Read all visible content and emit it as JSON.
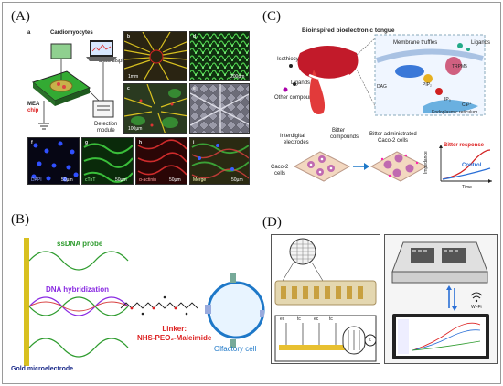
{
  "panels": {
    "a": {
      "label": "(A)",
      "sublabel": "a",
      "cardio": "Cardiomyocytes",
      "mea": "MEA",
      "chip": "chip",
      "display": "Data display",
      "detection1": "Detection",
      "detection2": "module",
      "tiles": {
        "b": "b",
        "c": "c",
        "d": "d",
        "e": "e",
        "f": "f",
        "g": "g",
        "h": "h",
        "i": "i",
        "b_sb": "1mm",
        "c_sb": "100µm",
        "d_sb": "200µm",
        "f_sb": "50µm",
        "g_sb": "50µm",
        "h_sb": "50µm",
        "i_sb": "50µm",
        "f_lbl": "DAPI",
        "g_lbl": "cTnT",
        "h_lbl": "α-actinin",
        "i_lbl": "Merge"
      }
    },
    "b": {
      "label": "(B)",
      "probe": "ssDNA probe",
      "hybrid": "DNA hybridization",
      "linker1": "Linker:",
      "linker2": "NHS-PEO₂-Maleimide",
      "olfactory": "Olfactory cell",
      "gold": "Gold microelectrode"
    },
    "c": {
      "label": "(C)",
      "title": "Bioinspired bioelectronic tongue",
      "membrane": "Membrane truffles",
      "ligands_top": "Ligands",
      "isothio": "Isothiocyanate",
      "ligands": "Ligands",
      "other": "Other compounds",
      "er": "Endoplasmic reticulum",
      "dag": "DAG",
      "pip2": "PIP₂",
      "ip3": "IP₃",
      "ca": "Ca²⁺",
      "trpm": "TRPM5",
      "interdig1": "Interdigital",
      "interdig2": "electrodes",
      "bitter1": "Bitter",
      "bitter2": "compounds",
      "admin1": "Bitter administrated",
      "admin2": "Caco-2 cells",
      "caco1": "Caco-2",
      "caco2": "cells",
      "response": "Bitter response",
      "control": "Control",
      "impedance": "Impedance",
      "time": "Time"
    },
    "d": {
      "label": "(D)",
      "wifi": "Wi-Fi",
      "ec": "ec",
      "tc": "tc",
      "z": "Z"
    }
  },
  "colors": {
    "electrode": "#d8c020",
    "probe": "#2f9c2f",
    "hybrid": "#8a2be2",
    "linker": "#d22222",
    "cell": "#1e78c8",
    "response": "#d22222",
    "control": "#2a6fd6"
  }
}
